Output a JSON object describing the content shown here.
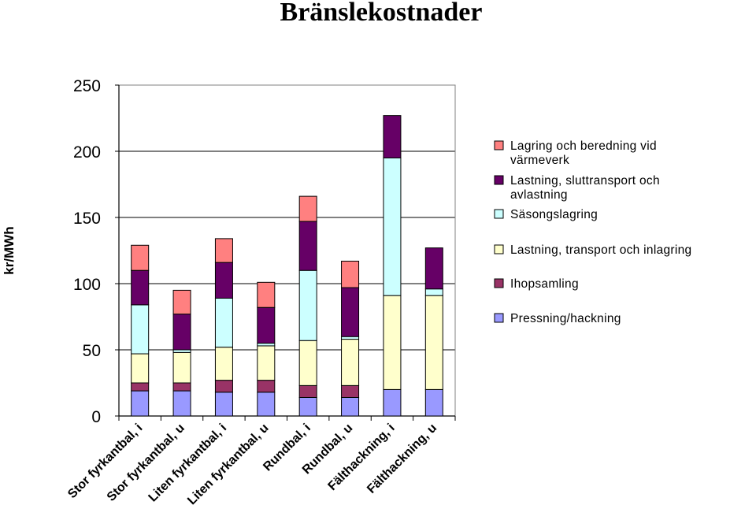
{
  "chart_data": {
    "type": "bar",
    "stacked": true,
    "title": "Bränslekostnader",
    "ylabel": "kr/MWh",
    "xlabel": "",
    "ylim": [
      0,
      250
    ],
    "yticks": [
      0,
      50,
      100,
      150,
      200,
      250
    ],
    "grid": true,
    "legend_position": "right",
    "categories": [
      "Stor fyrkantbal, i",
      "Stor fyrkantbal, u",
      "Liten fyrkantbal, i",
      "Liten fyrkantbal, u",
      "Rundbal, i",
      "Rundbal, u",
      "Fälthackning, i",
      "Fälthackning, u"
    ],
    "series": [
      {
        "name": "Pressning/hackning",
        "color": "#9999ff",
        "values": [
          19,
          19,
          18,
          18,
          14,
          14,
          20,
          20
        ]
      },
      {
        "name": "Ihopsamling",
        "color": "#993366",
        "values": [
          6,
          6,
          9,
          9,
          9,
          9,
          0,
          0
        ]
      },
      {
        "name": "Lastning, transport och inlagring",
        "color": "#ffffcc",
        "values": [
          22,
          23,
          25,
          26,
          34,
          35,
          71,
          71
        ]
      },
      {
        "name": "Säsongslagring",
        "color": "#ccffff",
        "values": [
          37,
          2,
          37,
          2,
          53,
          2,
          104,
          5
        ]
      },
      {
        "name": "Lastning, sluttransport och avlastning",
        "color": "#660066",
        "values": [
          26,
          27,
          27,
          27,
          37,
          37,
          32,
          31
        ]
      },
      {
        "name": "Lagring och beredning vid värmeverk",
        "color": "#ff8080",
        "values": [
          19,
          18,
          18,
          19,
          19,
          20,
          0,
          0
        ]
      }
    ],
    "legend": [
      {
        "lines": [
          "Lagring och beredning vid",
          "värmeverk"
        ],
        "color": "#ff8080"
      },
      {
        "lines": [
          "Lastning, sluttransport och",
          "avlastning"
        ],
        "color": "#660066"
      },
      {
        "lines": [
          "Säsongslagring"
        ],
        "color": "#ccffff"
      },
      {
        "lines": [
          "Lastning, transport och inlagring"
        ],
        "color": "#ffffcc"
      },
      {
        "lines": [
          "Ihopsamling"
        ],
        "color": "#993366"
      },
      {
        "lines": [
          "Pressning/hackning"
        ],
        "color": "#9999ff"
      }
    ]
  }
}
